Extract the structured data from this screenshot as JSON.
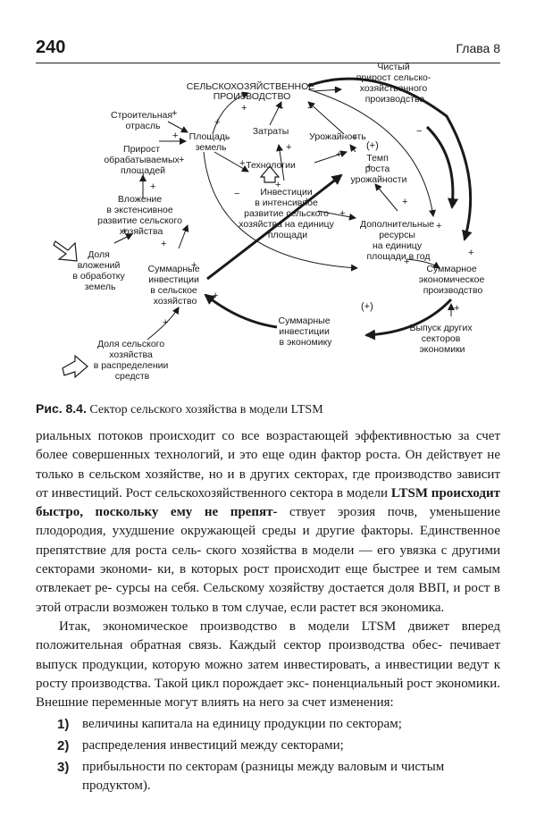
{
  "header": {
    "page_number": "240",
    "chapter": "Глава 8"
  },
  "diagram": {
    "nodes": {
      "agri_production": [
        "СЕЛЬСКОХОЗЯЙСТВЕННОЕ",
        "ПРОИЗВОДСТВО"
      ],
      "net_growth": [
        "Чистый",
        "прирост сельско-",
        "хозяйственного",
        "производства"
      ],
      "construction": [
        "Строительная",
        "отрасль"
      ],
      "area": [
        "Площадь",
        "земель"
      ],
      "costs": [
        "Затраты"
      ],
      "yield": [
        "Урожайность"
      ],
      "cultivated_growth": [
        "Прирост",
        "обрабатываемых",
        "площадей"
      ],
      "technologies": [
        "Технологии"
      ],
      "yield_rate": [
        "Темп",
        "роста",
        "урожайности"
      ],
      "extensive": [
        "Вложение",
        "в экстенсивное",
        "развитие сельского",
        "хозяйства"
      ],
      "intensive": [
        "Инвестиции",
        "в интенсивное",
        "развитие сельского",
        "хозяйства на единицу",
        "площади"
      ],
      "additional_resources": [
        "Дополнительные",
        "ресурсы",
        "на единицу",
        "площади в год"
      ],
      "share_land": [
        "Доля",
        "вложений",
        "в обработку",
        "земель"
      ],
      "total_agri_invest": [
        "Суммарные",
        "инвестиции",
        "в сельское",
        "хозяйство"
      ],
      "total_econ_prod": [
        "Суммарное",
        "экономическое",
        "производство"
      ],
      "total_econ_invest": [
        "Суммарные",
        "инвестиции",
        "в экономику"
      ],
      "other_sectors": [
        "Выпуск других",
        "секторов",
        "экономики"
      ],
      "share_agri": [
        "Доля сельского",
        "хозяйства",
        "в распределении",
        "средств"
      ]
    },
    "loop_markers": [
      "(+)",
      "(+)"
    ]
  },
  "caption": {
    "label": "Рис. 8.4.",
    "text": "Сектор сельского хозяйства в модели LTSM"
  },
  "body": {
    "p1": [
      "риальных потоков происходит со все возрастающей эффективностью",
      "за счет более совершенных технологий, и это еще один фактор роста.",
      "Он действует не только в сельском хозяйстве, но и в других секторах,",
      "где производство зависит от инвестиций. Рост сельскохозяйственного",
      "сектора в модели ",
      "LTSM происходит быстро, поскольку ему не препят-",
      "ствует эрозия почв, уменьшение плодородия, ухудшение окружающей",
      "среды и другие факторы. Единственное препятствие для роста сель-",
      "ского хозяйства в модели — его увязка с другими секторами экономи-",
      "ки, в которых рост происходит еще быстрее и тем самым отвлекает ре-",
      "сурсы на себя. Сельскому хозяйству достается доля ВВП, и рост в этой",
      "отрасли возможен только в том случае, если растет вся экономика."
    ],
    "p2": [
      "Итак, экономическое производство в модели LTSM движет вперед",
      "положительная обратная связь. Каждый сектор производства обес-",
      "печивает выпуск продукции, которую можно затем инвестировать,",
      "а инвестиции ведут к росту производства. Такой цикл порождает экс-",
      "поненциальный рост экономики. Внешние переменные могут влиять",
      "на него за счет изменения:"
    ]
  },
  "list": [
    {
      "num": "1)",
      "text": "величины капитала на единицу продукции по секторам;"
    },
    {
      "num": "2)",
      "text": "распределения инвестиций между секторами;"
    },
    {
      "num": "3)",
      "text": "прибыльности по секторам (разницы между валовым и чистым продуктом)."
    }
  ]
}
